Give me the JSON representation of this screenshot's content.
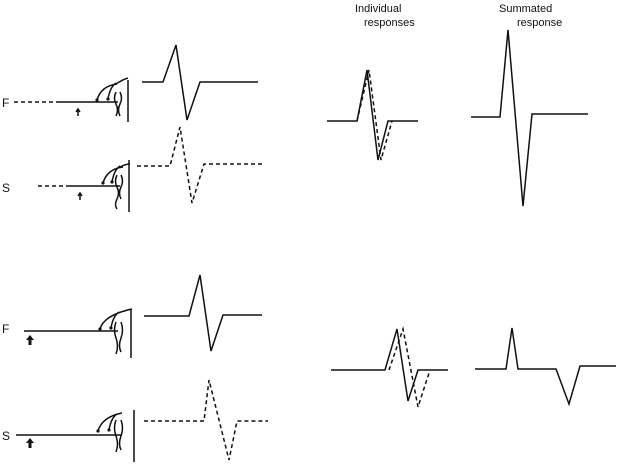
{
  "headers": {
    "individual": [
      "Individual",
      "responses"
    ],
    "summated": [
      "Summated",
      "response"
    ]
  },
  "rows": [
    {
      "label": "F",
      "stimulus": "open-arrow"
    },
    {
      "label": "S",
      "stimulus": "open-arrow"
    },
    {
      "label": "F",
      "stimulus": "solid-arrow"
    },
    {
      "label": "S",
      "stimulus": "solid-arrow"
    }
  ]
}
